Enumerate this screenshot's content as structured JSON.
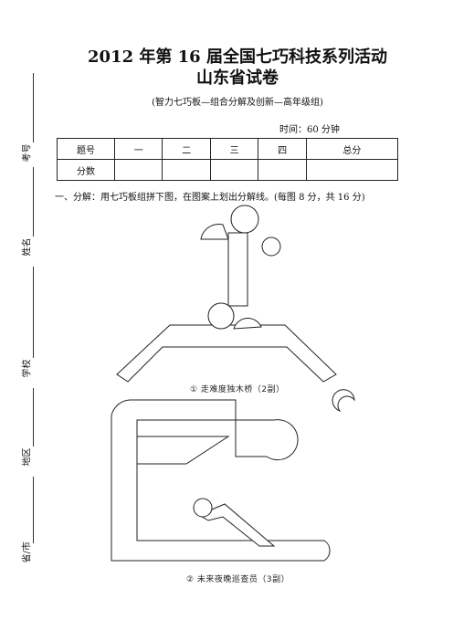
{
  "header": {
    "title_line1": "2012 年第 16 届全国七巧科技系列活动",
    "title_line2": "山东省试卷",
    "subtitle": "(智力七巧板—组合分解及创新—高年级组)",
    "time": "时间：60 分钟"
  },
  "binding_margin": {
    "labels": [
      "考号",
      "姓名",
      "学校",
      "地区",
      "省/市"
    ]
  },
  "score_table": {
    "headers": [
      "题号",
      "一",
      "二",
      "三",
      "四",
      "总分"
    ],
    "row_label": "分数",
    "row_values": [
      "",
      "",
      "",
      "",
      ""
    ]
  },
  "section1": {
    "instruction": "一、分解：用七巧板组拼下图，在图案上划出分解线。(每图 8 分，共 16 分)"
  },
  "figures": [
    {
      "caption": "① 走难度独木桥（2副）",
      "icon": "figure-balance-beam"
    },
    {
      "caption": "② 未来夜晚巡查员（3副）",
      "icon": "figure-night-patrol"
    }
  ]
}
